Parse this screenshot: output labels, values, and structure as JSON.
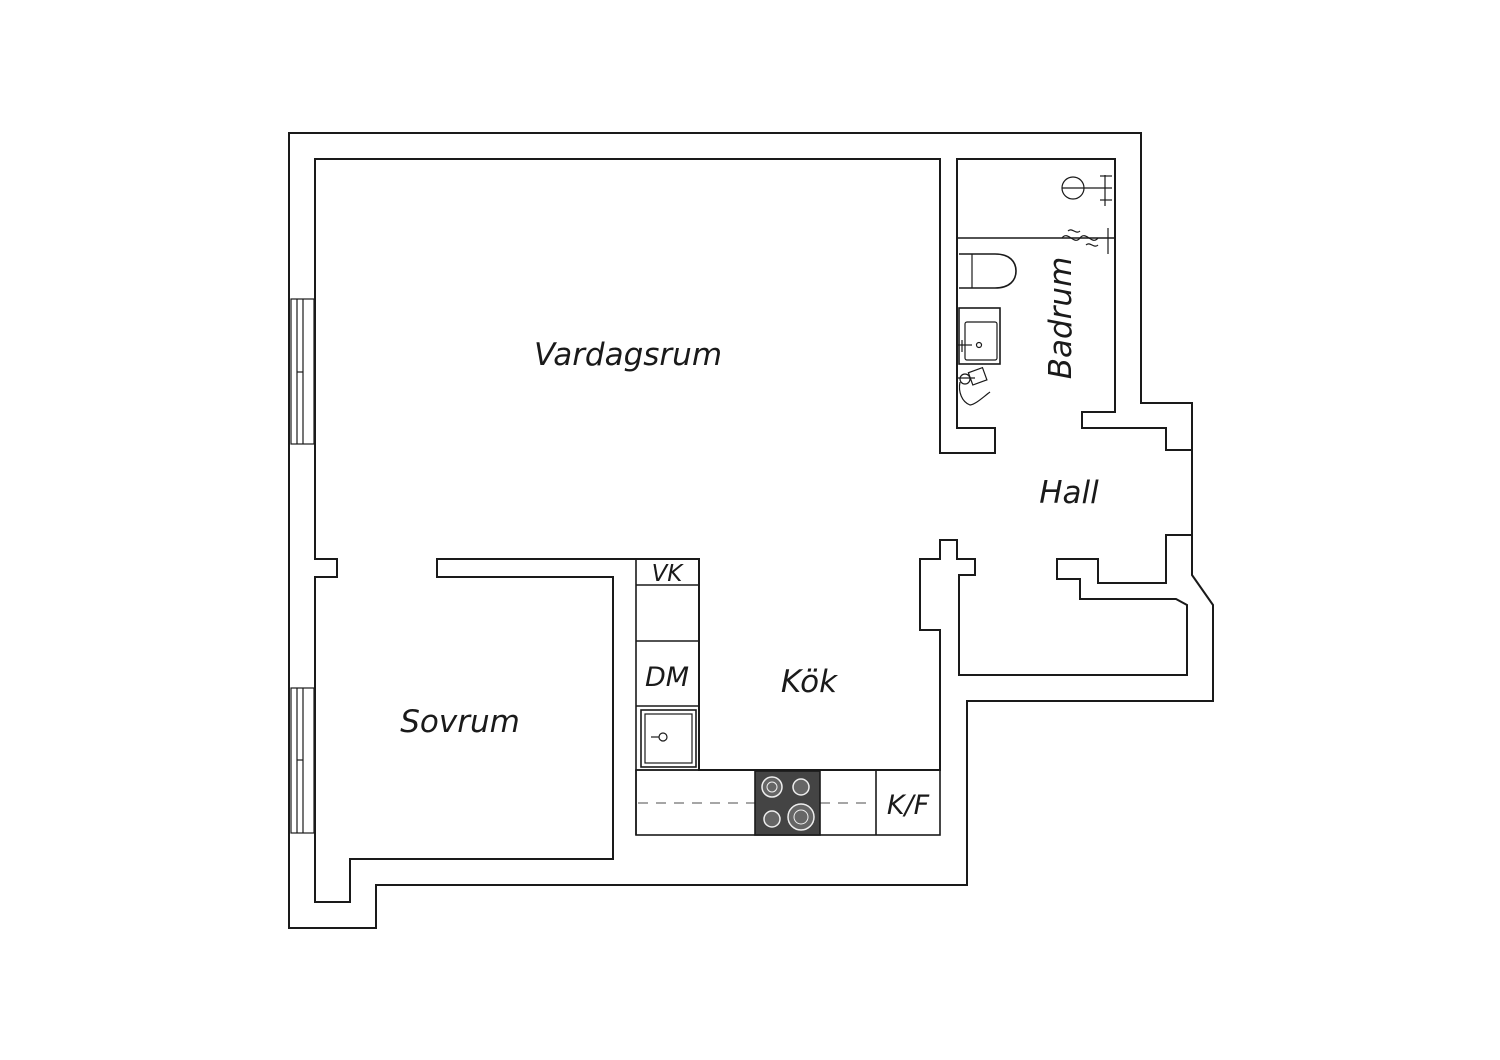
{
  "rooms": {
    "vardagsrum": "Vardagsrum",
    "sovrum": "Sovrum",
    "kok": "Kök",
    "hall": "Hall",
    "badrum": "Badrum"
  },
  "fixtures": {
    "vk": "VK",
    "dm": "DM",
    "kf": "K/F"
  },
  "colors": {
    "line": "#1a1a1a",
    "stove": "#444444",
    "background": "#ffffff"
  }
}
